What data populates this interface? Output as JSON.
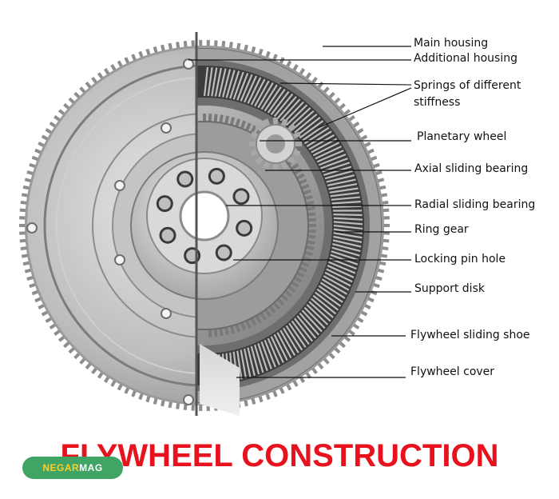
{
  "title": "FLYWHEEL CONSTRUCTION",
  "watermark": {
    "part1": "NEGAR",
    "part2": "MAG"
  },
  "labels": {
    "main_housing": "Main housing",
    "additional_housing": "Additional housing",
    "springs_line1": "Springs of different",
    "springs_line2": "stiffness",
    "planetary_wheel": "Planetary wheel",
    "axial_sliding_bearing": "Axial sliding bearing",
    "radial_sliding_bearing": "Radial sliding bearing",
    "ring_gear": "Ring gear",
    "locking_pin_hole": "Locking pin hole",
    "support_disk": "Support disk",
    "flywheel_sliding_shoe": "Flywheel sliding shoe",
    "flywheel_cover": "Flywheel cover"
  },
  "colors": {
    "title": "#e8121e",
    "logo_bg": "#3fa464",
    "logo_accent": "#f6d130",
    "metal_light": "#d8d8d8",
    "metal_mid": "#a9a9a9",
    "metal_dark": "#555555"
  }
}
